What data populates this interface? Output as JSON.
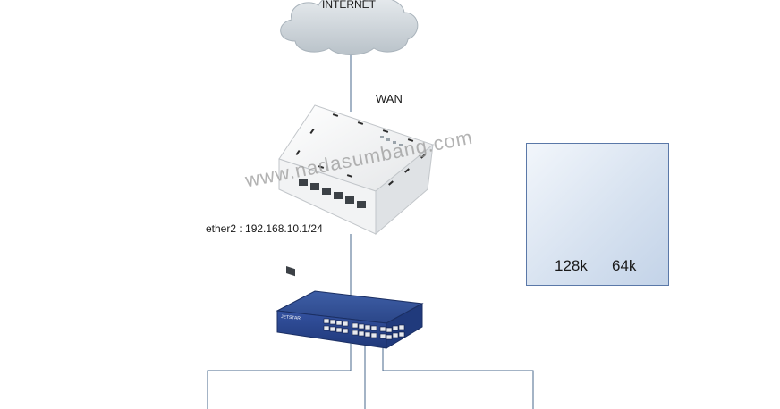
{
  "network": {
    "cloud_label": "INTERNET",
    "wan_label": "WAN",
    "lan_interface_label": "ether2 : 192.168.10.1/24",
    "switch_brand": "JETSTAR"
  },
  "watermark": "www.nadasumbang.com",
  "bandwidth": {
    "download_label": "128k",
    "upload_label": "64k",
    "download_color": "#e8211c",
    "upload_color": "#7cc43a",
    "panel_border_color": "#5a78a8"
  },
  "icons": {
    "cloud": "cloud-icon",
    "router": "router-icon",
    "switch": "switch-icon",
    "download": "arrow-down-icon",
    "upload": "arrow-up-icon"
  }
}
